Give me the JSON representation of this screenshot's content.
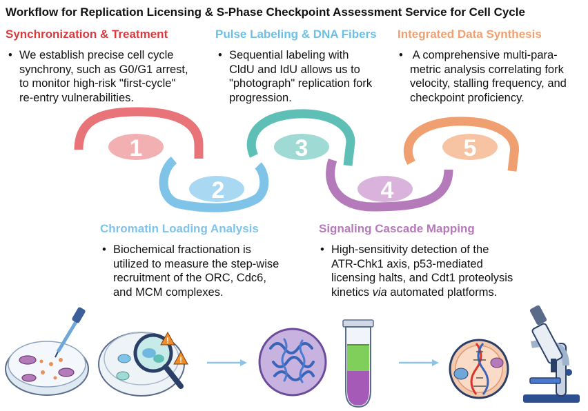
{
  "title": "Workflow for Replication Licensing & S-Phase Checkpoint Assessment Service for Cell Cycle",
  "colors": {
    "step1": "#e8747a",
    "step2": "#7fc3e8",
    "step3": "#5dbfb6",
    "step4": "#b57ab9",
    "step5": "#f0a070"
  },
  "steps": [
    {
      "number": "1",
      "heading": "Synchronization & Treatment",
      "bullet": "•",
      "lines": [
        "We establish precise cell cycle",
        "synchrony, such as G0/G1 arrest,",
        "to monitor high-risk \"first-cycle\"",
        "re-entry vulnerabilities."
      ]
    },
    {
      "number": "2",
      "heading": "Chromatin Loading Analysis",
      "bullet": "•",
      "lines": [
        "Biochemical fractionation is",
        "utilized to measure the step-wise",
        "recruitment of the ORC, Cdc6,",
        "and MCM complexes."
      ]
    },
    {
      "number": "3",
      "heading": "Pulse Labeling & DNA Fibers",
      "bullet": "•",
      "lines": [
        "Sequential labeling with",
        "CldU and IdU allows us to",
        "\"photograph\" replication fork",
        "progression."
      ]
    },
    {
      "number": "4",
      "heading": "Signaling Cascade Mapping",
      "bullet": "•",
      "lines": [
        "High-sensitivity detection of the",
        "ATR-Chk1 axis, p53-mediated",
        "licensing halts, and Cdt1 proteolysis"
      ],
      "last_line_pre": "kinetics ",
      "last_line_em": "via",
      "last_line_post": " automated platforms."
    },
    {
      "number": "5",
      "heading": "Integrated Data Synthesis",
      "bullet": "•",
      "lines": [
        " A comprehensive multi-para-",
        "metric analysis correlating fork",
        "velocity, stalling frequency, and",
        "checkpoint proficiency."
      ]
    }
  ],
  "icons": [
    "petri-dish-dropper-icon",
    "magnifier-warning-icon",
    "arrow-right-icon",
    "chromatin-cell-icon",
    "test-tube-icon",
    "arrow-right-icon",
    "dna-cell-icon",
    "microscope-icon"
  ]
}
